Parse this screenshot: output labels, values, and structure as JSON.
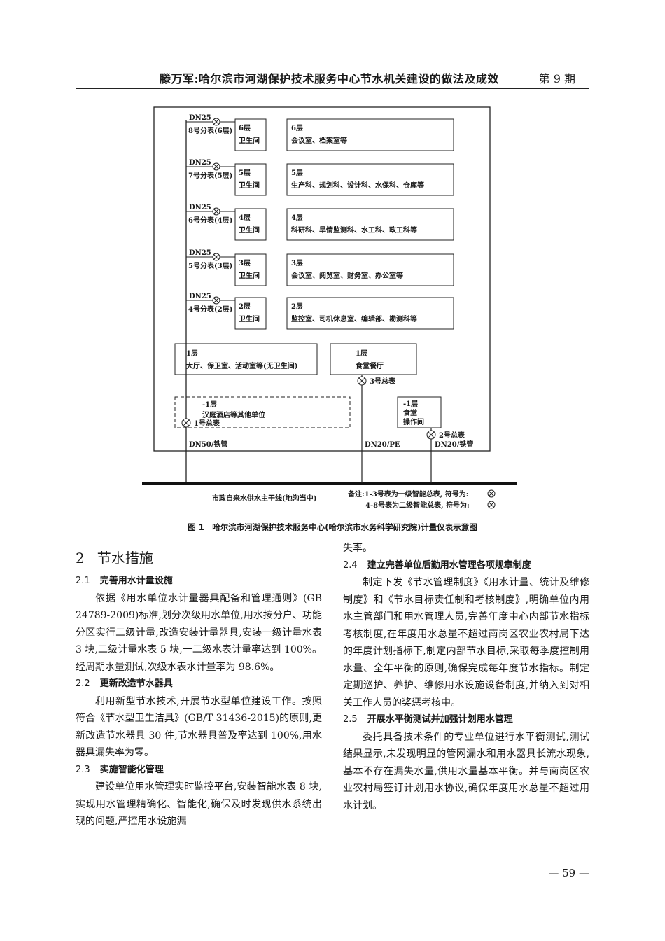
{
  "header": {
    "title": "滕万军:哈尔滨市河湖保护技术服务中心节水机关建设的做法及成效",
    "issue": "第 9 期"
  },
  "figure": {
    "floors": [
      {
        "pipe": "DN25",
        "meter": "8号分表(6层)",
        "wc_floor": "6层",
        "wc_label": "卫生间",
        "room_floor": "6层",
        "rooms": "会议室、档案室等"
      },
      {
        "pipe": "DN25",
        "meter": "7号分表(5层)",
        "wc_floor": "5层",
        "wc_label": "卫生间",
        "room_floor": "5层",
        "rooms": "生产科、规划科、设计科、水保科、仓库等"
      },
      {
        "pipe": "DN25",
        "meter": "6号分表(4层)",
        "wc_floor": "4层",
        "wc_label": "卫生间",
        "room_floor": "4层",
        "rooms": "科研科、旱情监测科、水工科、政工科等"
      },
      {
        "pipe": "DN25",
        "meter": "5号分表(3层)",
        "wc_floor": "3层",
        "wc_label": "卫生间",
        "room_floor": "3层",
        "rooms": "会议室、阅览室、财务室、办公室等"
      },
      {
        "pipe": "DN25",
        "meter": "4号分表(2层)",
        "wc_floor": "2层",
        "wc_label": "卫生间",
        "room_floor": "2层",
        "rooms": "监控室、司机休息室、编辑部、勘测科等"
      }
    ],
    "floor1_left": {
      "floor": "1层",
      "rooms": "大厅、保卫室、活动室等(无卫生间)"
    },
    "floor1_right": {
      "floor": "1层",
      "rooms": "食堂餐厅"
    },
    "meter3": "3号总表",
    "basement_left": {
      "floor": "-1层",
      "rooms": "汉庭酒店等其他单位"
    },
    "meter1": "1号总表",
    "basement_right": {
      "floor": "-1层",
      "line1": "食堂",
      "line2": "操作间"
    },
    "meter2": "2号总表",
    "pipe1": "DN50/铁管",
    "pipe3": "DN20/PE",
    "pipe2": "DN20/铁管",
    "main_line": "市政自来水供水主干线(地沟当中)",
    "note1": "备注:1-3号表为一级智能总表, 符号为:",
    "note2": "4-8号表为二级智能总表, 符号为:"
  },
  "caption": "图 1　哈尔滨市河湖保护技术服务中心(哈尔滨市水务科学研究院)计量仪表示意图",
  "left_col": {
    "section_num": "2",
    "section_title": "节水措施",
    "s21_num": "2.1",
    "s21_title": "完善用水计量设施",
    "s21_text": "依据《用水单位水计量器具配备和管理通则》(GB 24789-2009)标准,划分次级用水单位,用水按分户、功能分区实行二级计量,改造安装计量器具,安装一级计量水表 3 块,二级计量水表 5 块,一二级水表计量率达到 100%。经周期水量测试,次级水表水计量率为 98.6%。",
    "s22_num": "2.2",
    "s22_title": "更新改造节水器具",
    "s22_text": "利用新型节水技术,开展节水型单位建设工作。按照符合《节水型卫生洁具》(GB/T 31436-2015)的原则,更新改造节水器具 30 件,节水器具普及率达到 100%,用水器具漏失率为零。",
    "s23_num": "2.3",
    "s23_title": "实施智能化管理",
    "s23_text": "建设单位用水管理实时监控平台,安装智能水表 8 块,实现用水管理精确化、智能化,确保及时发现供水系统出现的问题,严控用水设施漏"
  },
  "right_col": {
    "cont": "失率。",
    "s24_num": "2.4",
    "s24_title": "建立完善单位后勤用水管理各项规章制度",
    "s24_text": "制定下发《节水管理制度》《用水计量、统计及维修制度》和《节水目标责任制和考核制度》,明确单位内用水主管部门和用水管理人员,完善年度中心内部节水指标考核制度,在年度用水总量不超过南岗区农业农村局下达的年度计划指标下,制定内部节水目标,采取每季度控制用水量、全年平衡的原则,确保完成每年度节水指标。制定定期巡护、养护、维修用水设施设备制度,并纳入到对相关工作人员的奖惩考核中。",
    "s25_num": "2.5",
    "s25_title": "开展水平衡测试并加强计划用水管理",
    "s25_text": "委托具备技术条件的专业单位进行水平衡测试,测试结果显示,未发现明显的管网漏水和用水器具长流水现象,基本不存在漏失水量,供用水量基本平衡。并与南岗区农业农村局签订计划用水协议,确保年度用水总量不超过用水计划。"
  },
  "page_number": "— 59 —"
}
